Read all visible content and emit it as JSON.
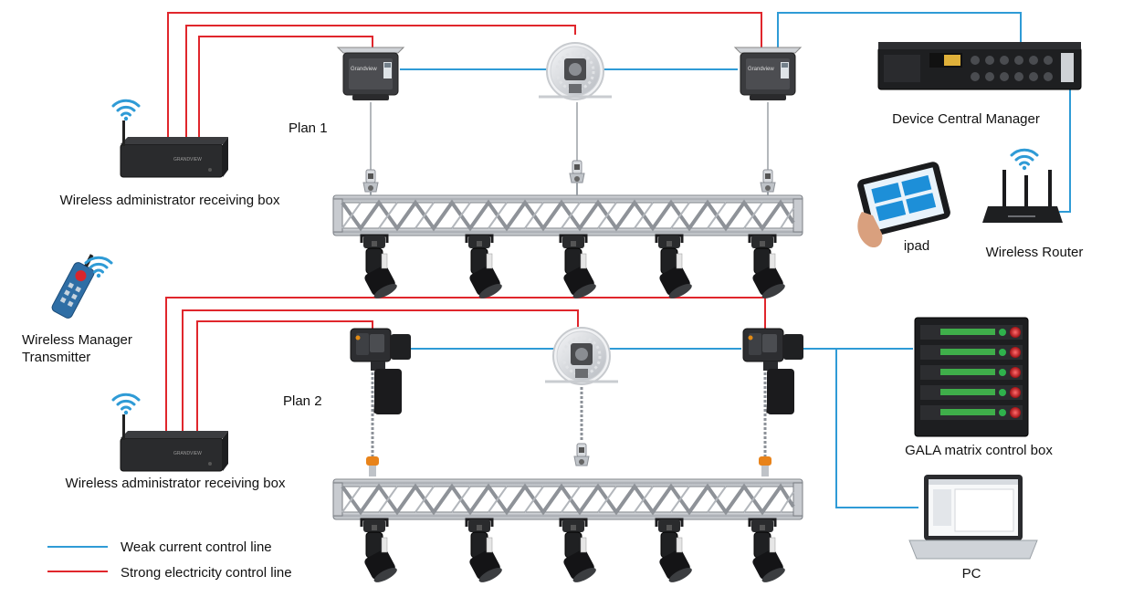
{
  "labels": {
    "plan1": "Plan 1",
    "plan2": "Plan 2",
    "receiver_top": "Wireless administrator receiving box",
    "receiver_bottom": "Wireless administrator receiving box",
    "transmitter_line1": "Wireless Manager",
    "transmitter_line2": "Transmitter",
    "central_manager": "Device Central Manager",
    "ipad": "ipad",
    "router": "Wireless Router",
    "gala": "GALA matrix control box",
    "pc": "PC"
  },
  "device_text": {
    "hoist_brand": "Grandview",
    "receiver_brand": "GRANDVIEW"
  },
  "legend": {
    "weak": "Weak current control line",
    "strong": "Strong electricity control line"
  },
  "colors": {
    "weak_line": "#2f9bd6",
    "strong_line": "#e0262c",
    "wifi": "#2f9bd6",
    "truss": "#a9adb3",
    "device_dark": "#2a2b2d"
  }
}
